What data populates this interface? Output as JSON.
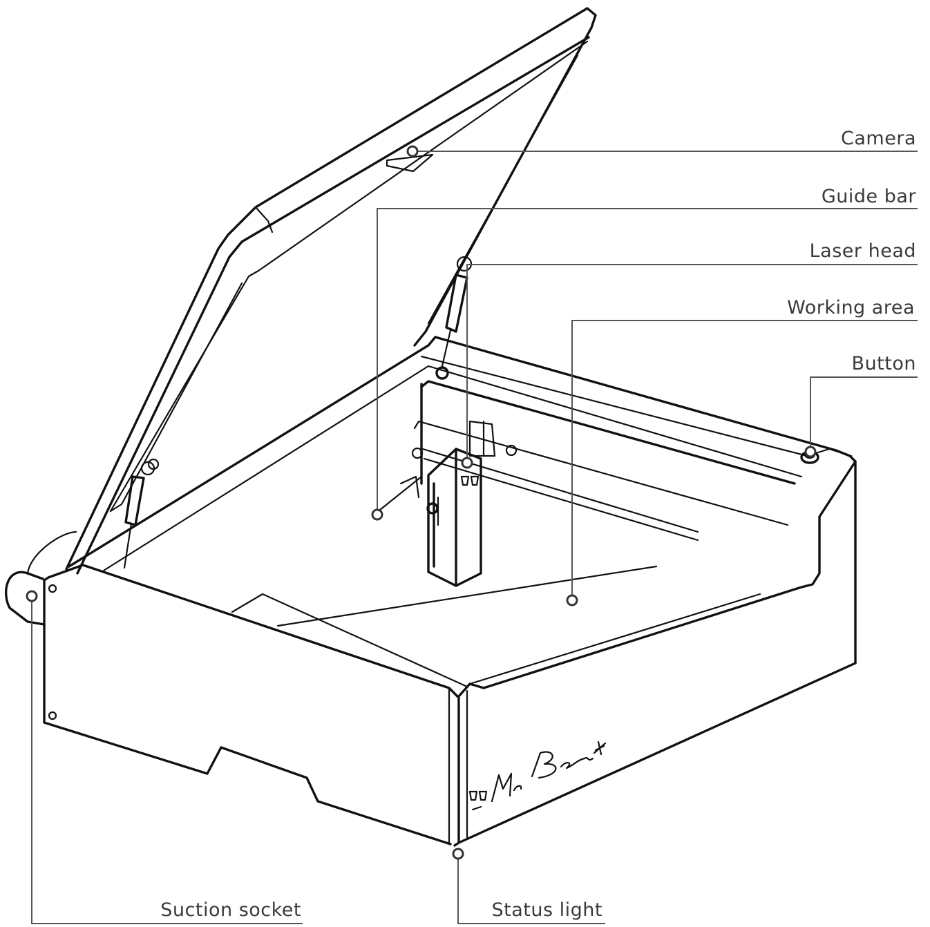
{
  "labels": {
    "camera": "Camera",
    "guide_bar": "Guide bar",
    "laser_head": "Laser head",
    "working_area": "Working area",
    "button": "Button",
    "suction_socket": "Suction socket",
    "status_light": "Status light"
  },
  "colors": {
    "line": "#111111",
    "leader": "#555555",
    "label_text": "#3a3a3a",
    "background": "#ffffff"
  }
}
